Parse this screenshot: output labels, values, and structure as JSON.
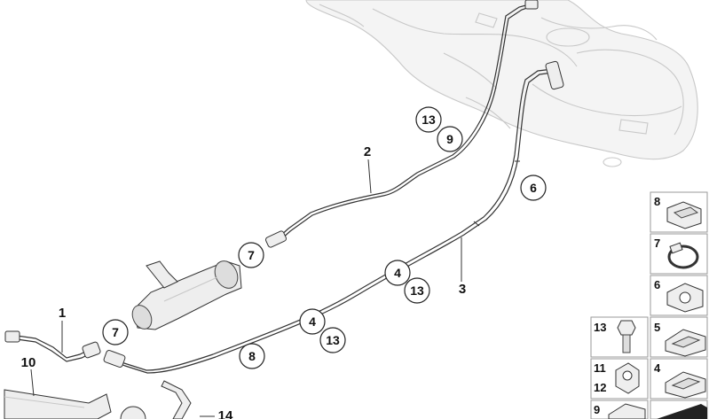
{
  "callouts": {
    "plain": [
      {
        "id": "p1",
        "text": "1"
      },
      {
        "id": "p2",
        "text": "2"
      },
      {
        "id": "p3",
        "text": "3"
      },
      {
        "id": "p10",
        "text": "10"
      },
      {
        "id": "p14",
        "text": "14"
      }
    ],
    "circled": [
      {
        "id": "c13a",
        "text": "13"
      },
      {
        "id": "c9",
        "text": "9"
      },
      {
        "id": "c6",
        "text": "6"
      },
      {
        "id": "c7a",
        "text": "7"
      },
      {
        "id": "c4a",
        "text": "4"
      },
      {
        "id": "c13b",
        "text": "13"
      },
      {
        "id": "c7b",
        "text": "7"
      },
      {
        "id": "c4b",
        "text": "4"
      },
      {
        "id": "c13c",
        "text": "13"
      },
      {
        "id": "c8",
        "text": "8"
      }
    ]
  },
  "parts_panel": [
    {
      "id": "pp8",
      "number": "8",
      "icon": "clip-8-icon"
    },
    {
      "id": "pp7",
      "number": "7",
      "icon": "hose-clamp-icon"
    },
    {
      "id": "pp6",
      "number": "6",
      "icon": "clip-6-icon"
    },
    {
      "id": "pp13",
      "number": "13",
      "icon": "bolt-icon"
    },
    {
      "id": "pp5",
      "number": "5",
      "icon": "clip-5-icon"
    },
    {
      "id": "pp11",
      "number": "11",
      "icon": "nut-icon"
    },
    {
      "id": "pp12",
      "number": "12",
      "icon": "nut-icon"
    },
    {
      "id": "pp4",
      "number": "4",
      "icon": "clip-4-icon"
    },
    {
      "id": "pp9",
      "number": "9",
      "icon": "clip-9-icon"
    }
  ],
  "colors": {
    "line": "#333333",
    "ghost": "#c8c8c8",
    "panel_border": "#999999"
  }
}
